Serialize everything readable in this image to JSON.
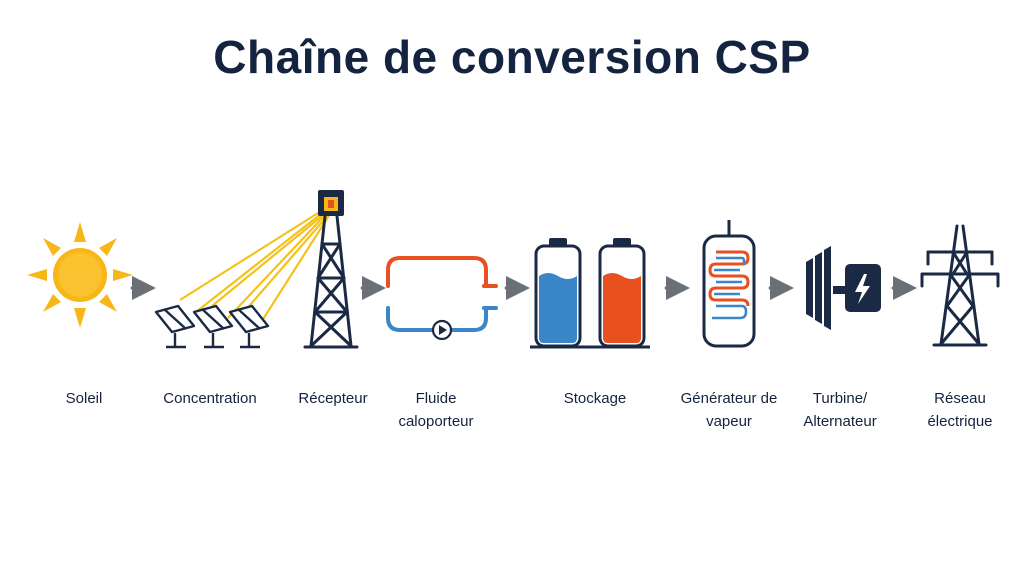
{
  "title": "Chaîne de conversion CSP",
  "colors": {
    "navy": "#1b2a44",
    "sun": "#f7b718",
    "ray": "#f4c21a",
    "hot": "#e8501f",
    "cold": "#3a86c8"
  },
  "steps": [
    {
      "label": "Soleil",
      "icon": "sun-icon"
    },
    {
      "label": "Concentration",
      "icon": "heliostat-icon"
    },
    {
      "label": "Récepteur",
      "icon": "receiver-tower-icon"
    },
    {
      "label": "Fluide caloporteur",
      "icon": "heat-transfer-loop-icon"
    },
    {
      "label": "Stockage",
      "icon": "storage-tanks-icon"
    },
    {
      "label": "Générateur de vapeur",
      "icon": "steam-generator-icon"
    },
    {
      "label": "Turbine/ Alternateur",
      "icon": "turbine-generator-icon"
    },
    {
      "label": "Réseau électrique",
      "icon": "power-pylon-icon"
    }
  ]
}
